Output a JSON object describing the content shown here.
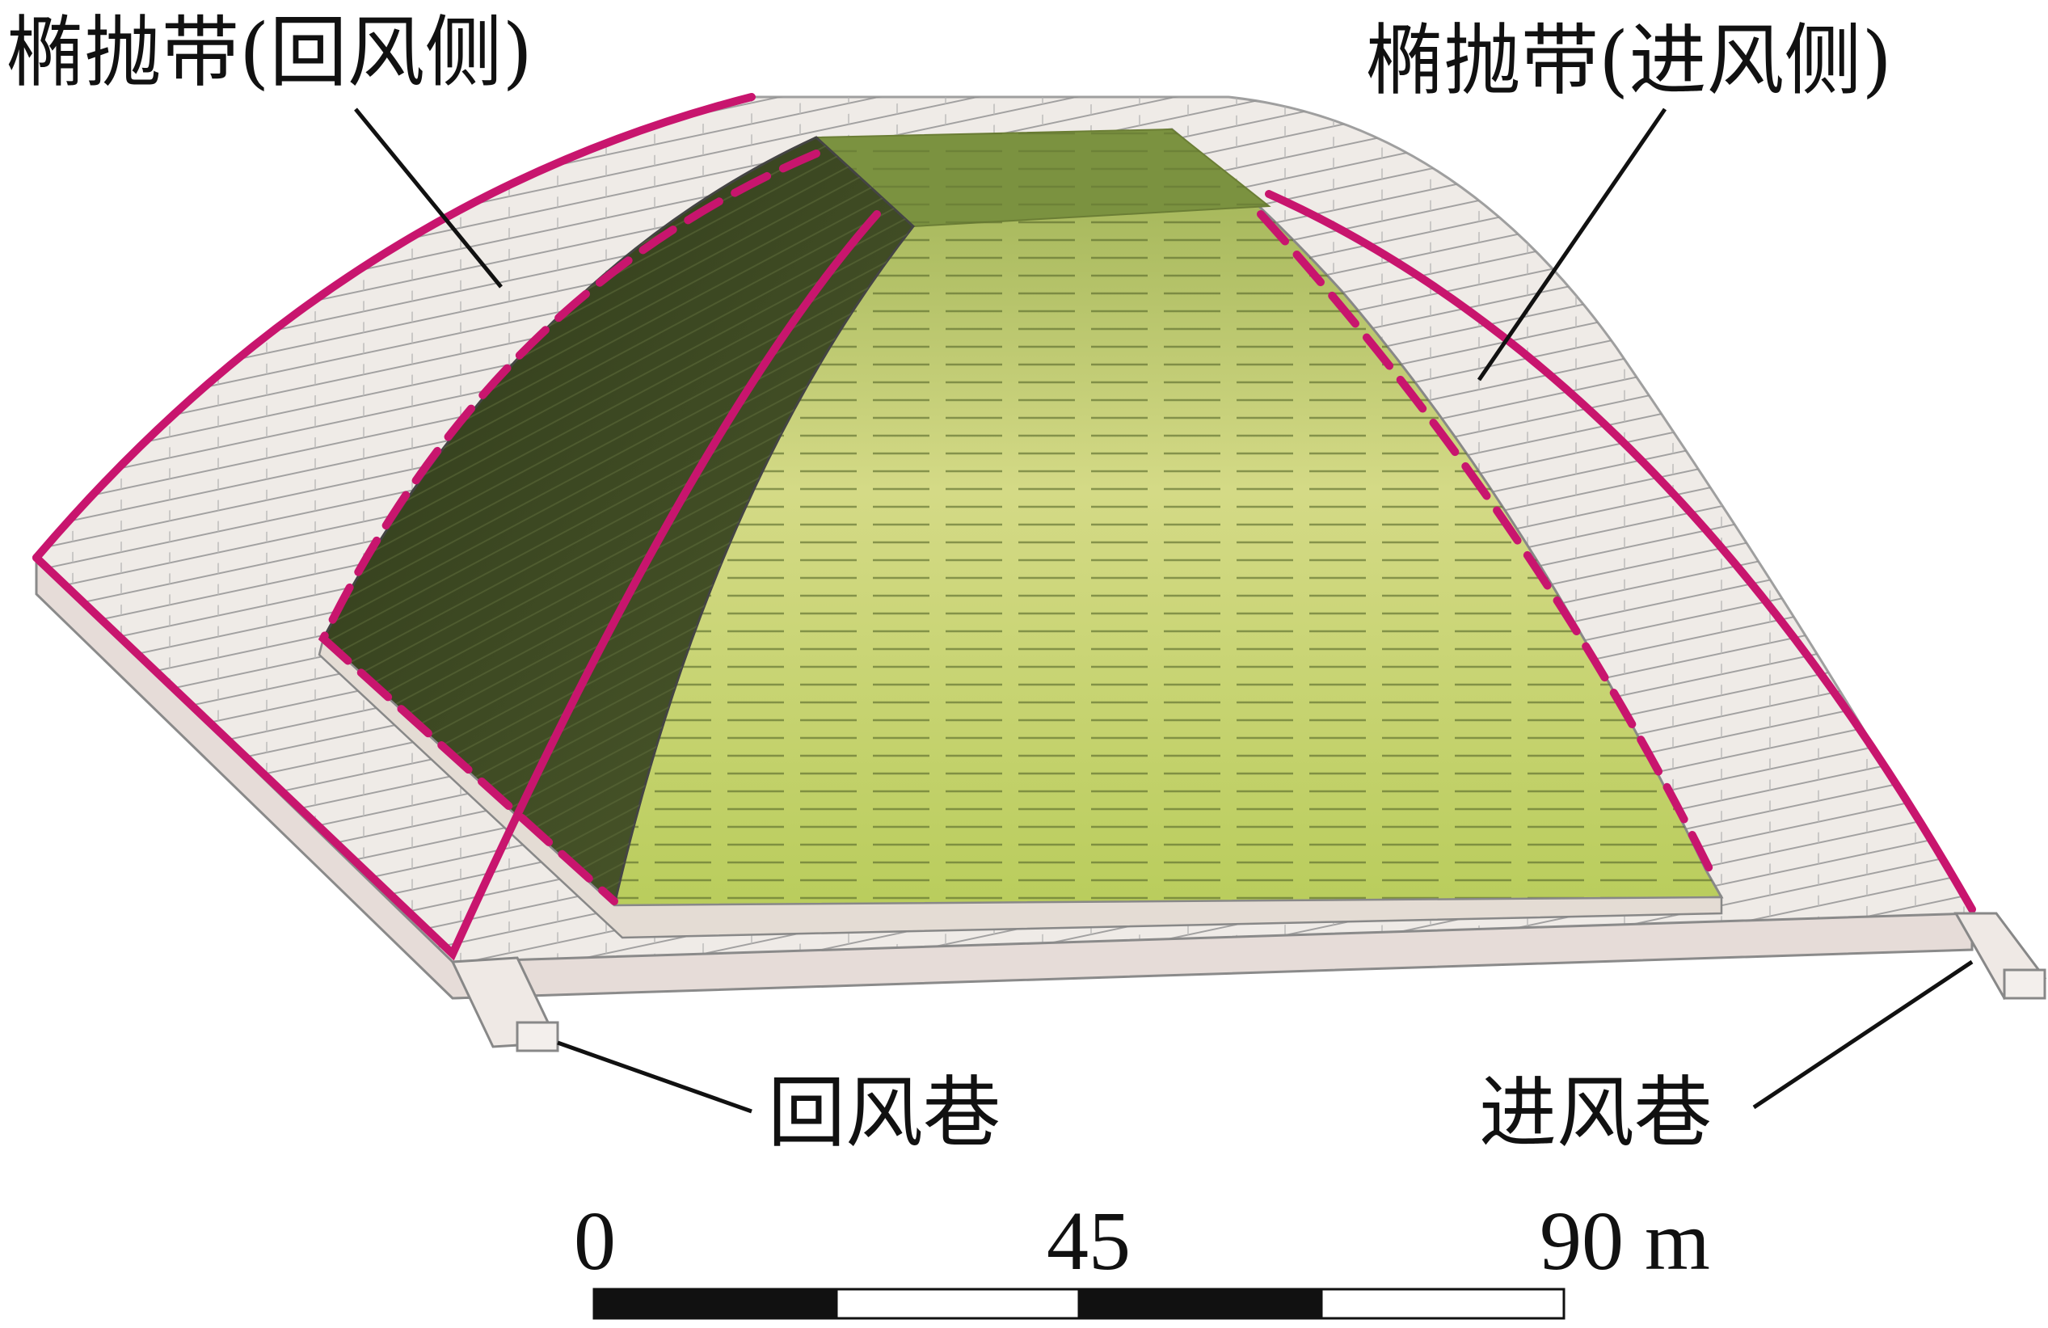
{
  "labels": {
    "ellipsoid_return": "椭抛带(回风侧)",
    "ellipsoid_intake": "椭抛带(进风侧)",
    "return_airway": "回风巷",
    "intake_airway": "进风巷"
  },
  "scale_bar": {
    "ticks": [
      "0",
      "45",
      "90 m"
    ]
  },
  "colors": {
    "boundary": "#c8156e",
    "dark_face": "#3e4a24",
    "light_face": "#c9d47a",
    "top_face": "#7c9440",
    "shell": "#e8e2dc",
    "grid": "#8c8c8c"
  }
}
